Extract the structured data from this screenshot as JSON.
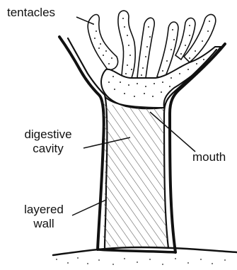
{
  "labels": {
    "tentacles": "tentacles",
    "digestive_line1": "digestive",
    "digestive_line2": "cavity",
    "mouth": "mouth",
    "layered_line1": "layered",
    "layered_line2": "wall"
  },
  "colors": {
    "ink": "#111111",
    "stipple": "#222222",
    "hatch": "#555555",
    "background": "#ffffff"
  }
}
